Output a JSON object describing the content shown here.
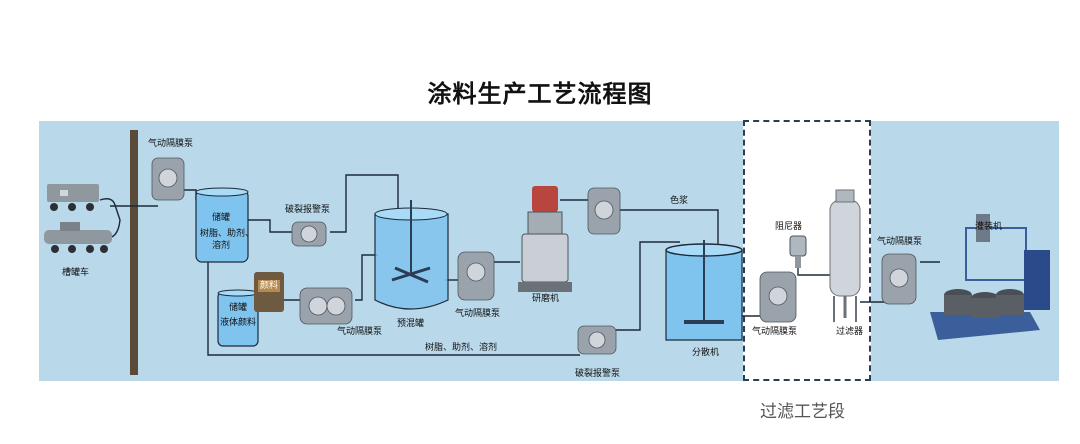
{
  "title": "涂料生产工艺流程图",
  "stage_label": "过滤工艺段",
  "labels": {
    "tanker": "槽罐车",
    "pump_top": "气动隔膜泵",
    "storage_tank_1_a": "储罐",
    "storage_tank_1_b": "树脂、助剂、",
    "storage_tank_1_c": "溶剂",
    "storage_tank_2_a": "储罐",
    "storage_tank_2_b": "液体颜料",
    "pigment_bag": "颜料",
    "burst_alarm_pump_1": "破裂报警泵",
    "pump_mid": "气动隔膜泵",
    "premix_tank": "预混罐",
    "pump_premix": "气动隔膜泵",
    "grinder": "研磨机",
    "color_paste": "色浆",
    "resin_line": "树脂、助剂、溶剂",
    "burst_alarm_pump_2": "破裂报警泵",
    "disperser": "分散机",
    "damper": "阻尼器",
    "pump_filter": "气动隔膜泵",
    "filter": "过滤器",
    "pump_filling": "气动隔膜泵",
    "filling_machine": "灌装机"
  },
  "colors": {
    "panel": "#b9d8ea",
    "pipe": "#1b2a3a",
    "tank": "#7fc3ef",
    "dashed_border": "#2a3d55"
  }
}
